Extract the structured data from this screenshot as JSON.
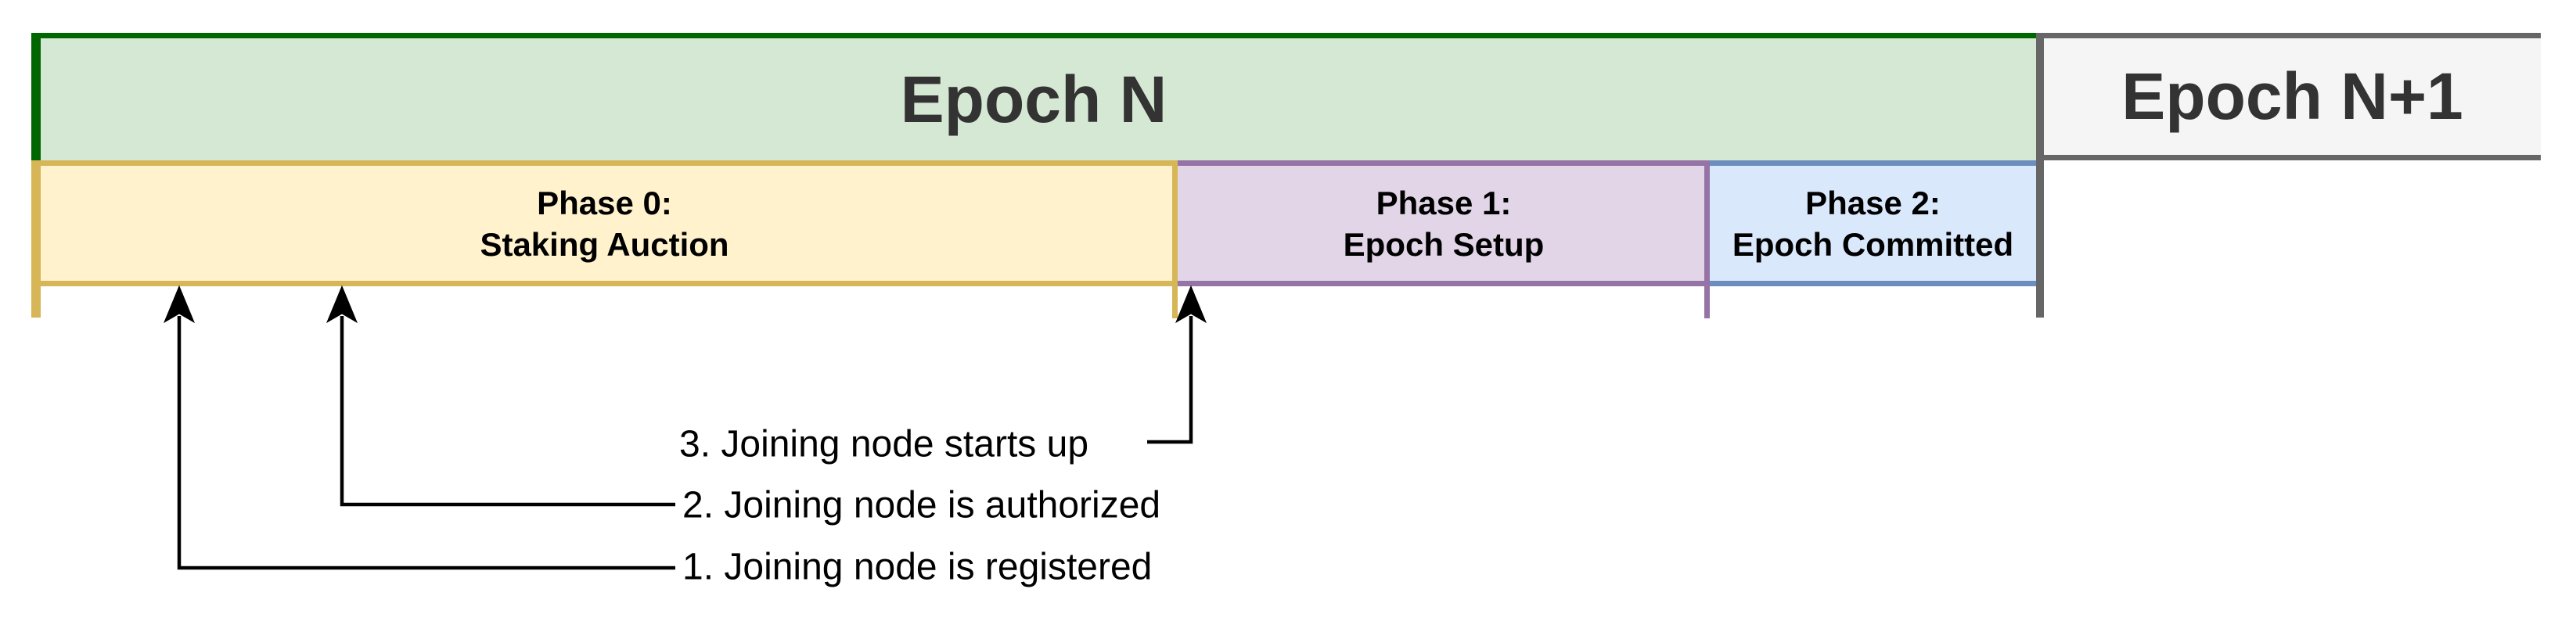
{
  "epochs": [
    {
      "label": "Epoch N"
    },
    {
      "label": "Epoch N+1"
    }
  ],
  "phases": [
    {
      "line1": "Phase 0:",
      "line2": "Staking Auction"
    },
    {
      "line1": "Phase 1:",
      "line2": "Epoch Setup"
    },
    {
      "line1": "Phase 2:",
      "line2": "Epoch Committed"
    }
  ],
  "annotations": [
    {
      "label": "1. Joining node is registered"
    },
    {
      "label": "2. Joining node is authorized"
    },
    {
      "label": "3. Joining node starts up"
    }
  ],
  "colors": {
    "epoch_n_fill": "#d5e8d4",
    "epoch_n_border": "#006600",
    "epoch_n1_fill": "#f5f5f5",
    "epoch_n1_border": "#666666",
    "phase0_fill": "#fff2cc",
    "phase0_border": "#d6b656",
    "phase1_fill": "#e1d5e7",
    "phase1_border": "#9673a6",
    "phase2_fill": "#dae8fc",
    "phase2_border": "#6c8ebf",
    "divider": "#666666",
    "arrow": "#000000",
    "epoch_text": "#333333",
    "phase_text": "#000000"
  }
}
